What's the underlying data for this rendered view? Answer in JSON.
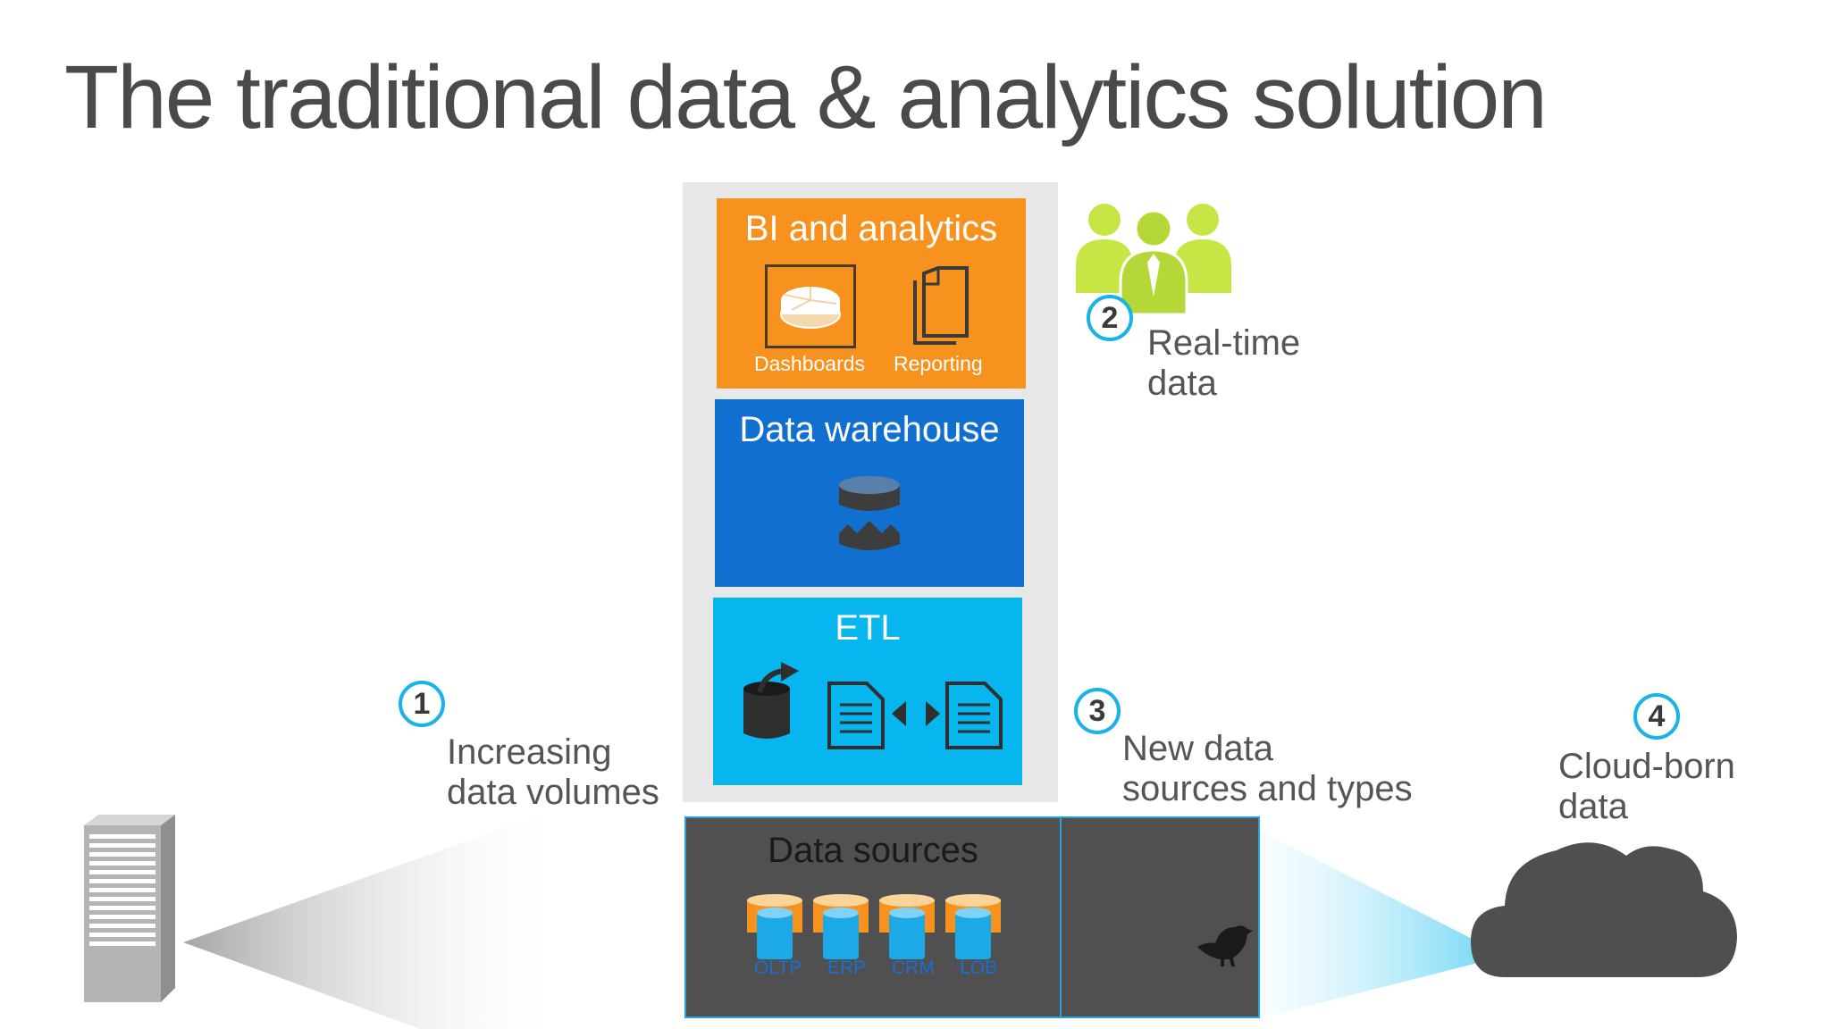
{
  "title": "The traditional data & analytics solution",
  "bi": {
    "heading": "BI and analytics",
    "dashboards_label": "Dashboards",
    "reporting_label": "Reporting"
  },
  "data_warehouse": {
    "heading": "Data warehouse"
  },
  "etl": {
    "heading": "ETL"
  },
  "data_sources": {
    "heading": "Data sources",
    "labels": [
      "OLTP",
      "ERP",
      "CRM",
      "LOB"
    ]
  },
  "callouts": [
    {
      "number": "1",
      "line1": "Increasing",
      "line2": "data volumes"
    },
    {
      "number": "2",
      "line1": "Real-time",
      "line2": "data"
    },
    {
      "number": "3",
      "line1": "New data",
      "line2": "sources and types"
    },
    {
      "number": "4",
      "line1": "Cloud-born",
      "line2": "data"
    }
  ],
  "colors": {
    "bi": "#f7921e",
    "data_warehouse": "#1170cf",
    "etl": "#07b5ef",
    "data_sources": "#505050",
    "callout_ring": "#1ab3e6",
    "people": "#c6e645"
  },
  "icons": [
    "server-icon",
    "people-icon",
    "pie-chart-icon",
    "documents-icon",
    "database-icon",
    "export-icon",
    "document-icon",
    "transfer-arrows-icon",
    "database-stack-icon",
    "bird-icon",
    "cloud-icon"
  ]
}
